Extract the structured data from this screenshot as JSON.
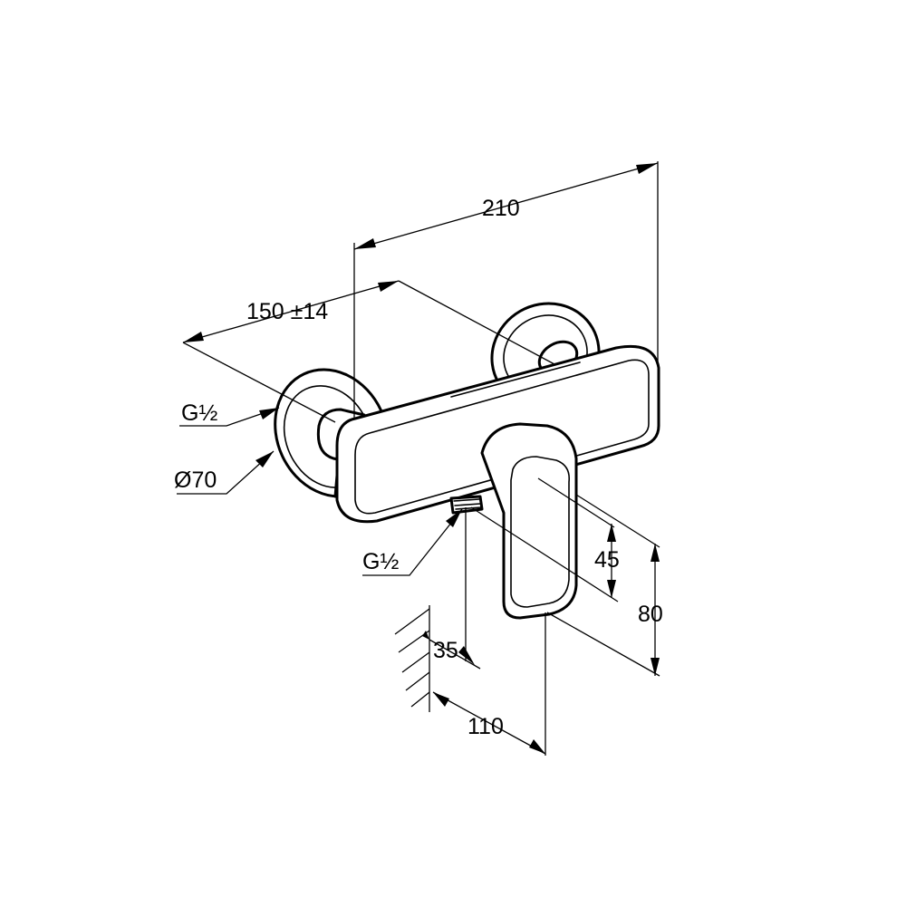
{
  "dimensions": {
    "total_width": "210",
    "wall_distance": "150 ±14",
    "inlet_thread": "G½",
    "rosette_diameter": "Ø70",
    "outlet_thread": "G½",
    "lever_height_upper": "45",
    "lever_height_total": "80",
    "outlet_offset": "35",
    "projection": "110"
  }
}
